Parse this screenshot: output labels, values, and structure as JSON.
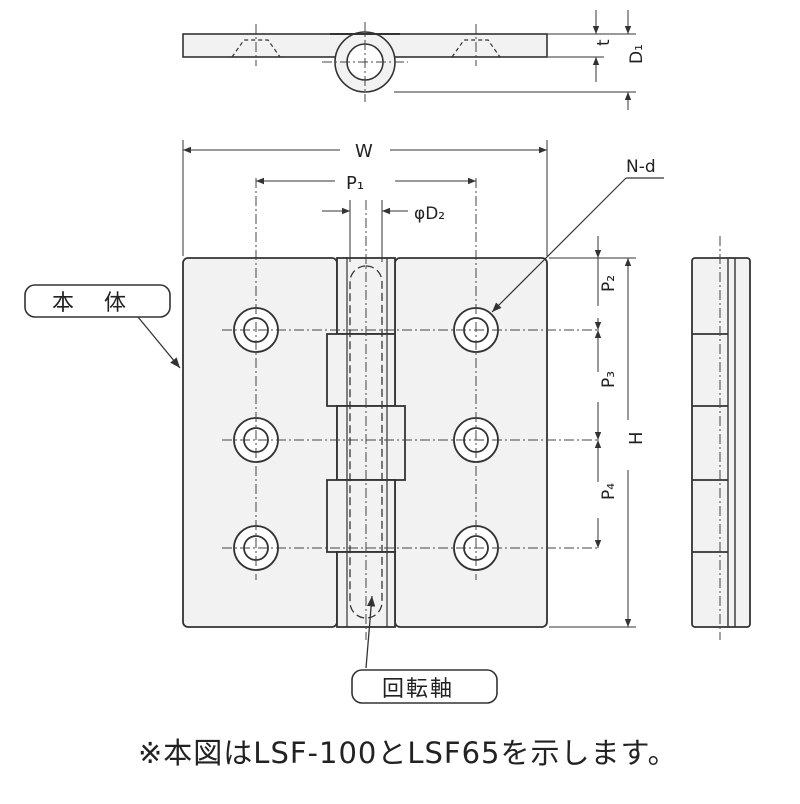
{
  "dimensions": {
    "t": "t",
    "D1": "D₁",
    "W": "W",
    "P1": "P₁",
    "D2": "φD₂",
    "Nd": "N-d",
    "P2": "P₂",
    "P3": "P₃",
    "P4": "P₄",
    "H": "H"
  },
  "labels": {
    "body": "本　体",
    "pin": "回転軸"
  },
  "note": "※本図はLSF-100とLSF65を示します。",
  "colors": {
    "line": "#333333",
    "fill": "#f2f2f2",
    "dim": "#444444"
  }
}
